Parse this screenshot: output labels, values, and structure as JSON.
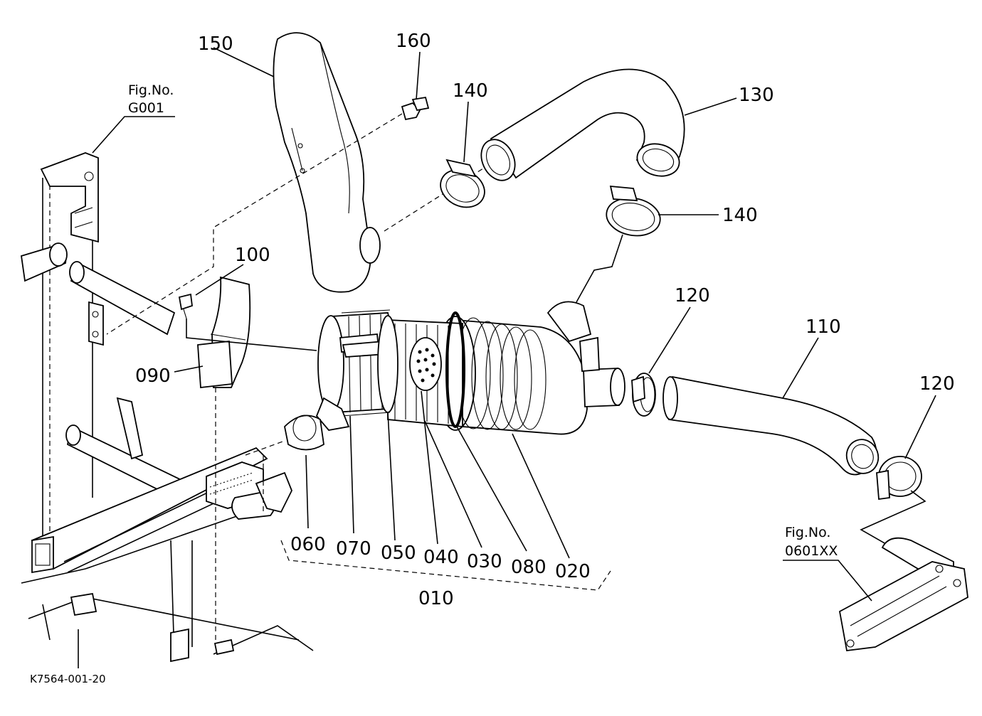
{
  "diagram": {
    "drawing_code": "K7564-001-20",
    "fig_refs": [
      {
        "id": "g001",
        "label": "Fig.No.",
        "number": "G001"
      },
      {
        "id": "0601",
        "label": "Fig.No.",
        "number": "0601XX"
      }
    ],
    "callouts": [
      {
        "id": "150",
        "text": "150"
      },
      {
        "id": "160",
        "text": "160"
      },
      {
        "id": "140a",
        "text": "140"
      },
      {
        "id": "130",
        "text": "130"
      },
      {
        "id": "140b",
        "text": "140"
      },
      {
        "id": "100",
        "text": "100"
      },
      {
        "id": "120a",
        "text": "120"
      },
      {
        "id": "110",
        "text": "110"
      },
      {
        "id": "120b",
        "text": "120"
      },
      {
        "id": "090",
        "text": "090"
      },
      {
        "id": "060",
        "text": "060"
      },
      {
        "id": "070",
        "text": "070"
      },
      {
        "id": "050",
        "text": "050"
      },
      {
        "id": "040",
        "text": "040"
      },
      {
        "id": "030",
        "text": "030"
      },
      {
        "id": "080",
        "text": "080"
      },
      {
        "id": "020",
        "text": "020"
      },
      {
        "id": "010",
        "text": "010"
      }
    ]
  }
}
